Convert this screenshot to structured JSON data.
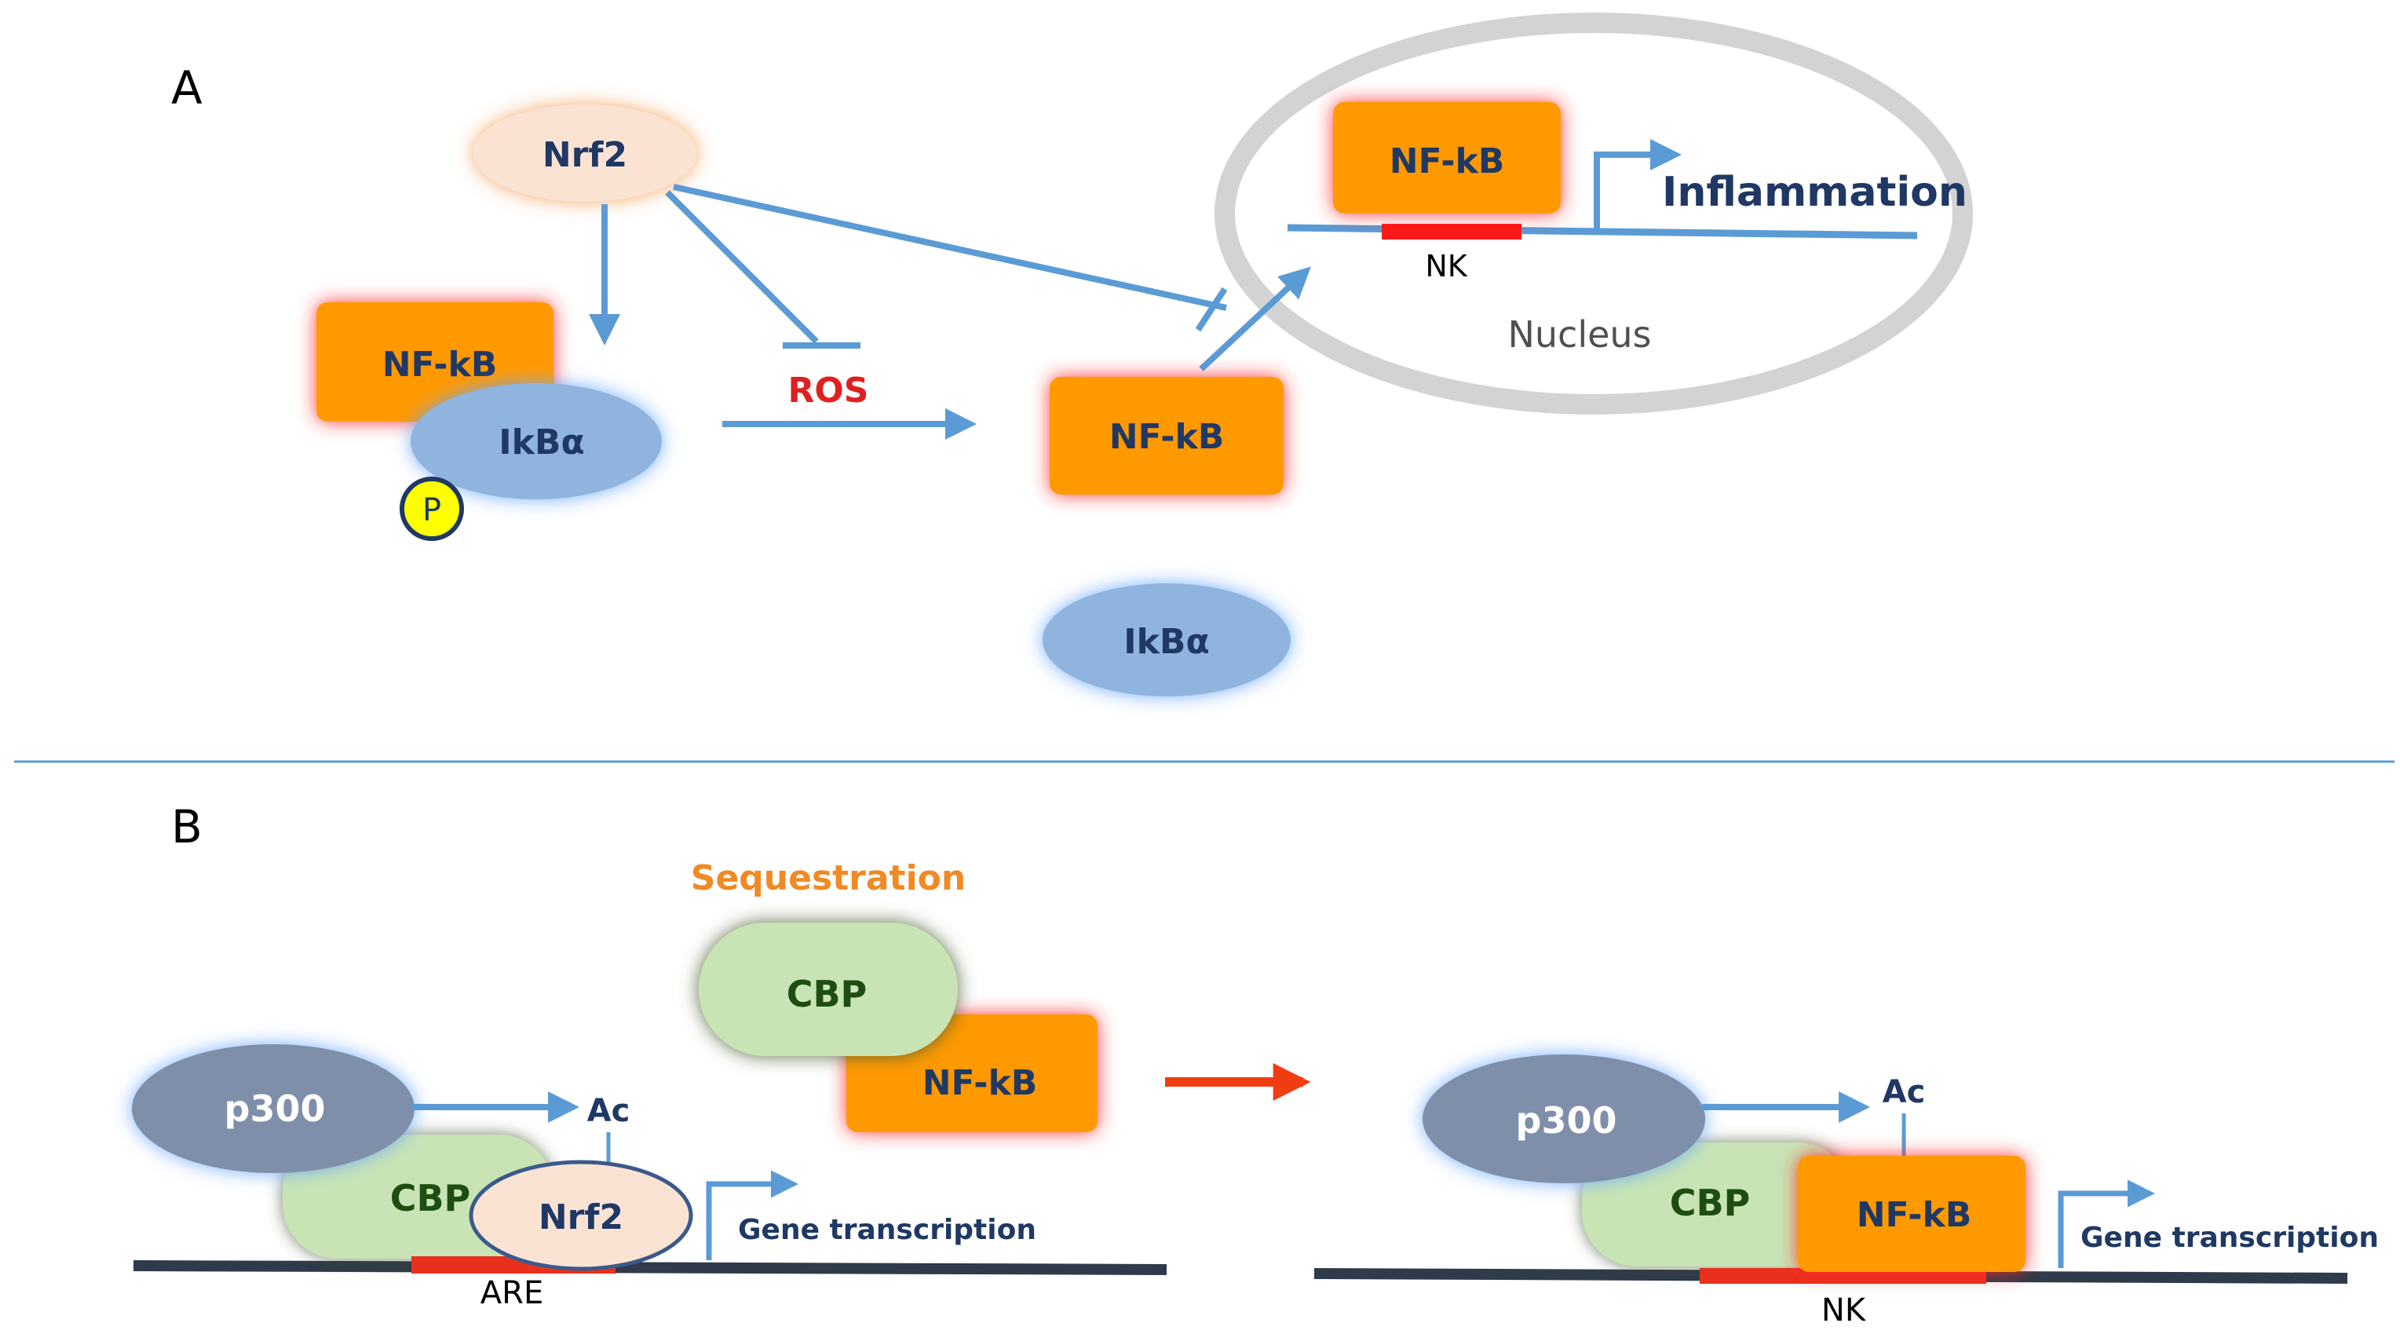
{
  "panel_a": {
    "letter": "A",
    "nrf2": "Nrf2",
    "nfkb_complex": "NF-kB",
    "ikba_complex": "IkBα",
    "phospho": "P",
    "ros": "ROS",
    "nfkb_free": "NF-kB",
    "ikba_free": "IkBα",
    "nfkb_nucleus": "NF-kB",
    "site": "NK",
    "outcome": "Inflammation",
    "compartment": "Nucleus"
  },
  "panel_b": {
    "letter": "B",
    "sequestration": "Sequestration",
    "cbp_seq": "CBP",
    "nfkb_seq": "NF-kB",
    "left": {
      "p300": "p300",
      "ac": "Ac",
      "cbp": "CBP",
      "nrf2": "Nrf2",
      "gene": "Gene transcription",
      "site": "ARE"
    },
    "right": {
      "p300": "p300",
      "ac": "Ac",
      "cbp": "CBP",
      "nfkb": "NF-kB",
      "gene": "Gene transcription",
      "site": "NK"
    }
  },
  "colors": {
    "arrow_blue": "#5b9bd5",
    "dna_dark": "#2f3a4a",
    "site_red": "#e8301c",
    "nfkb_orange": "#ff9900",
    "nfkb_glow": "#ff3b3b",
    "ikba_blue": "#8fb4de",
    "nrf2_fill": "#fbe3d4",
    "nrf2_glow": "#f4a460",
    "cbp_green": "#c8e4b4",
    "p300_slate": "#7f8fa9",
    "text_navy": "#1f3864",
    "ros_red": "#e02020",
    "sequestration_orange": "#f08a24",
    "nucleus_gray": "#cfcfcf",
    "divider_blue": "#5b9bd5"
  }
}
